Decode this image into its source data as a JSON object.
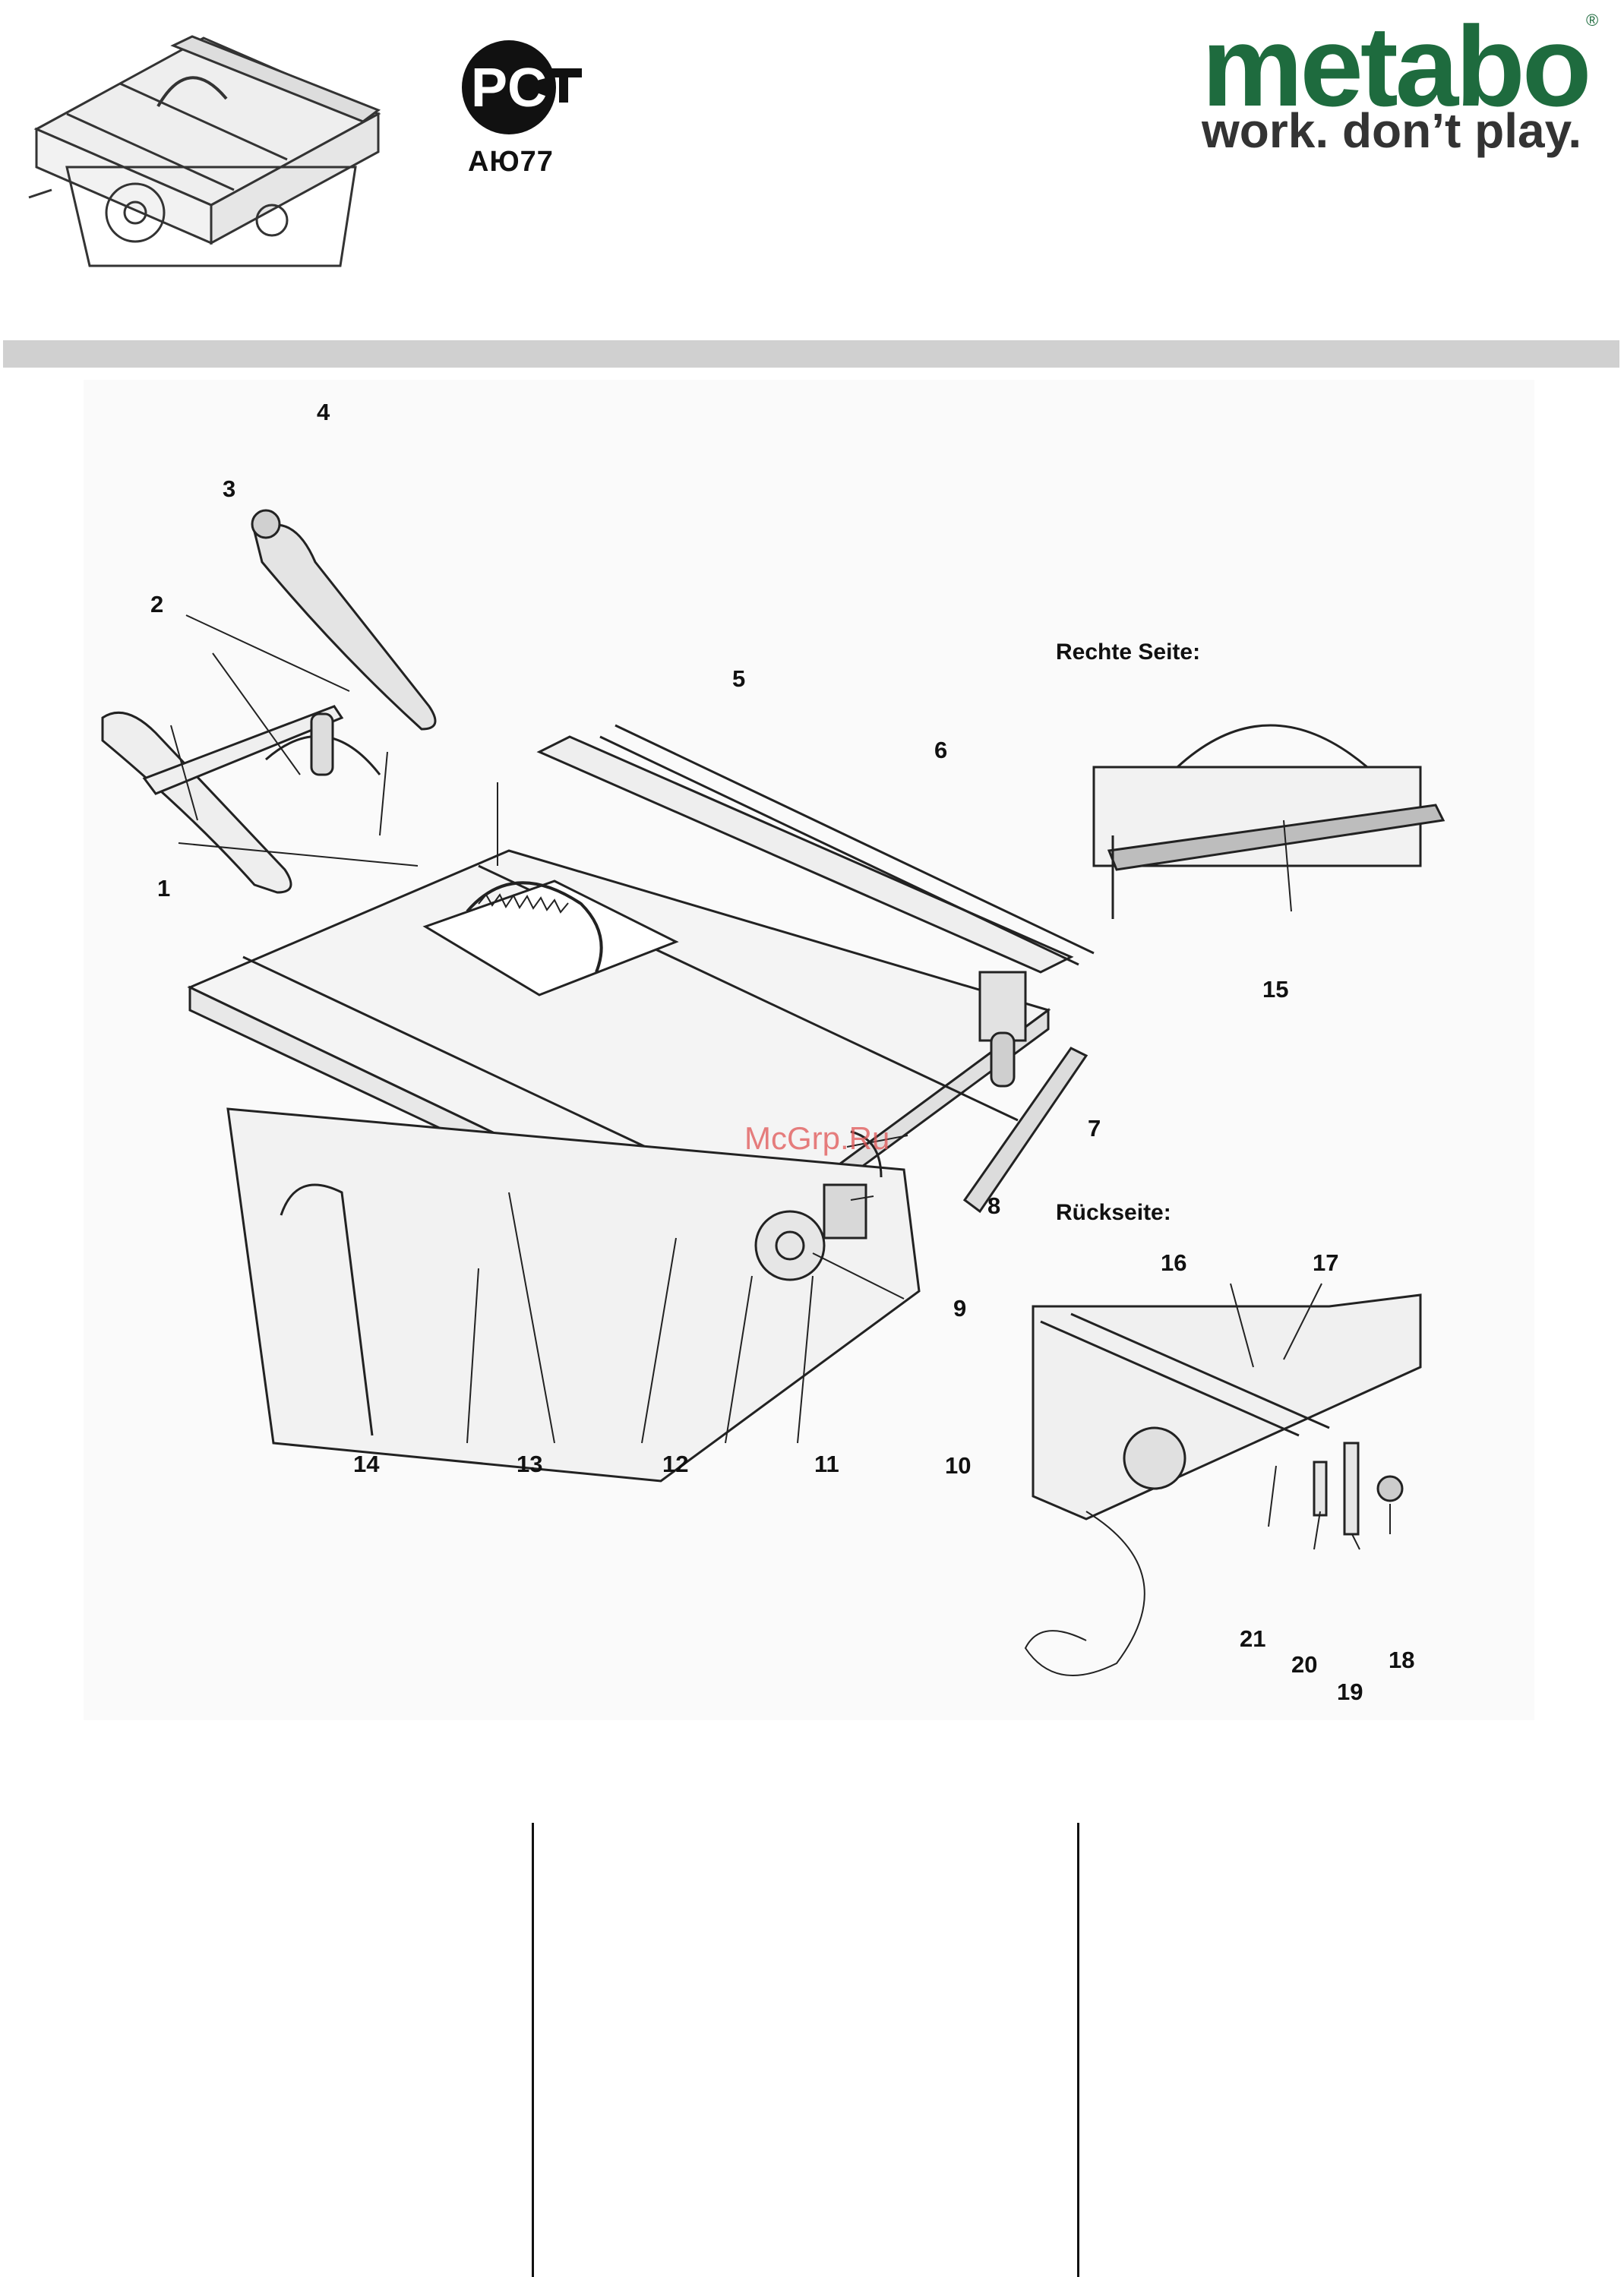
{
  "header": {
    "cert_code": "АЮ77",
    "brand": "metabo",
    "brand_registered": "®",
    "slogan": "work. don’t play.",
    "brand_color": "#1e6b3e",
    "band_color": "#d0d0d0"
  },
  "figure": {
    "watermark": "McGrp.Ru",
    "sections": {
      "right_side": "Rechte Seite:",
      "rear_side": "Rückseite:"
    },
    "callouts": [
      "1",
      "2",
      "3",
      "4",
      "5",
      "6",
      "7",
      "8",
      "9",
      "10",
      "11",
      "12",
      "13",
      "14",
      "15",
      "16",
      "17",
      "18",
      "19",
      "20",
      "21"
    ]
  }
}
